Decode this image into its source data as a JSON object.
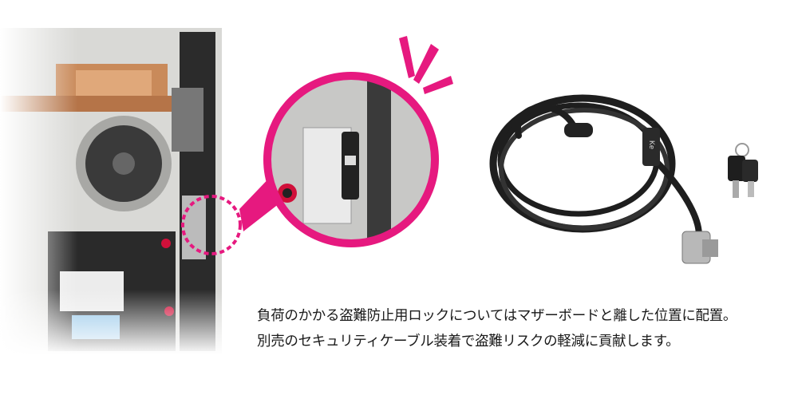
{
  "caption": {
    "line1": "負荷のかかる盗難防止用ロックについてはマザーボードと離した位置に配置。",
    "line2": "別売のセキュリティケーブル装着で盗難リスクの軽減に貢献します。"
  },
  "cable_brand": "Ke",
  "colors": {
    "accent": "#e6197f",
    "cable": "#1e1e1e"
  }
}
